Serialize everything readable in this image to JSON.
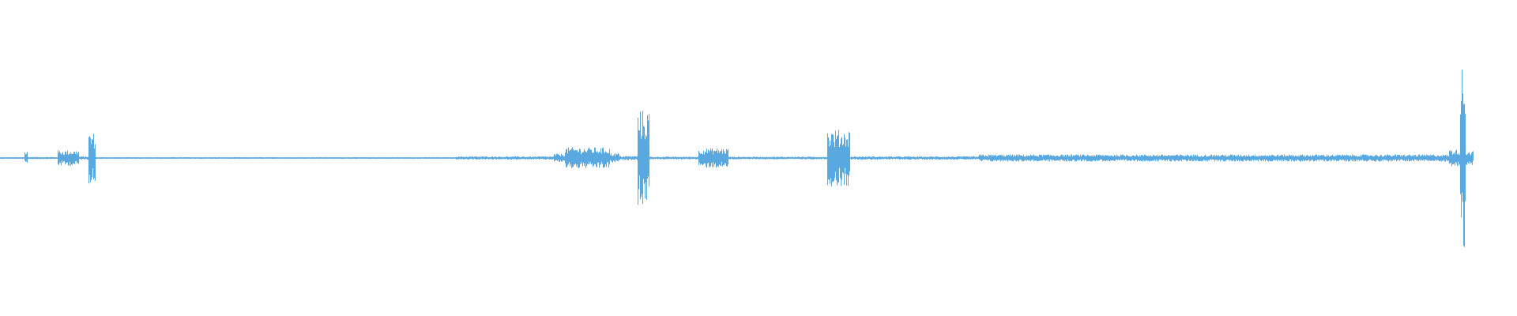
{
  "waveform": {
    "color": "#5aa8e0",
    "peaks": [
      {
        "start": 0.0,
        "end": 0.016,
        "amp": 0.006
      },
      {
        "start": 0.013,
        "end": 0.018,
        "amp": 0.05
      },
      {
        "start": 0.018,
        "end": 0.038,
        "amp": 0.008
      },
      {
        "start": 0.038,
        "end": 0.052,
        "amp": 0.055
      },
      {
        "start": 0.052,
        "end": 0.058,
        "amp": 0.012
      },
      {
        "start": 0.058,
        "end": 0.063,
        "amp": 0.18
      },
      {
        "start": 0.063,
        "end": 0.3,
        "amp": 0.006
      },
      {
        "start": 0.3,
        "end": 0.365,
        "amp": 0.012
      },
      {
        "start": 0.365,
        "end": 0.372,
        "amp": 0.03
      },
      {
        "start": 0.372,
        "end": 0.402,
        "amp": 0.075
      },
      {
        "start": 0.402,
        "end": 0.408,
        "amp": 0.035
      },
      {
        "start": 0.408,
        "end": 0.42,
        "amp": 0.015
      },
      {
        "start": 0.42,
        "end": 0.428,
        "amp": 0.34
      },
      {
        "start": 0.428,
        "end": 0.46,
        "amp": 0.01
      },
      {
        "start": 0.46,
        "end": 0.48,
        "amp": 0.07
      },
      {
        "start": 0.48,
        "end": 0.545,
        "amp": 0.01
      },
      {
        "start": 0.545,
        "end": 0.56,
        "amp": 0.2
      },
      {
        "start": 0.56,
        "end": 0.645,
        "amp": 0.012
      },
      {
        "start": 0.645,
        "end": 0.955,
        "amp": 0.025
      },
      {
        "start": 0.955,
        "end": 0.962,
        "amp": 0.06
      },
      {
        "start": 0.962,
        "end": 0.966,
        "amp": 0.65
      },
      {
        "start": 0.966,
        "end": 0.971,
        "amp": 0.05
      }
    ]
  }
}
